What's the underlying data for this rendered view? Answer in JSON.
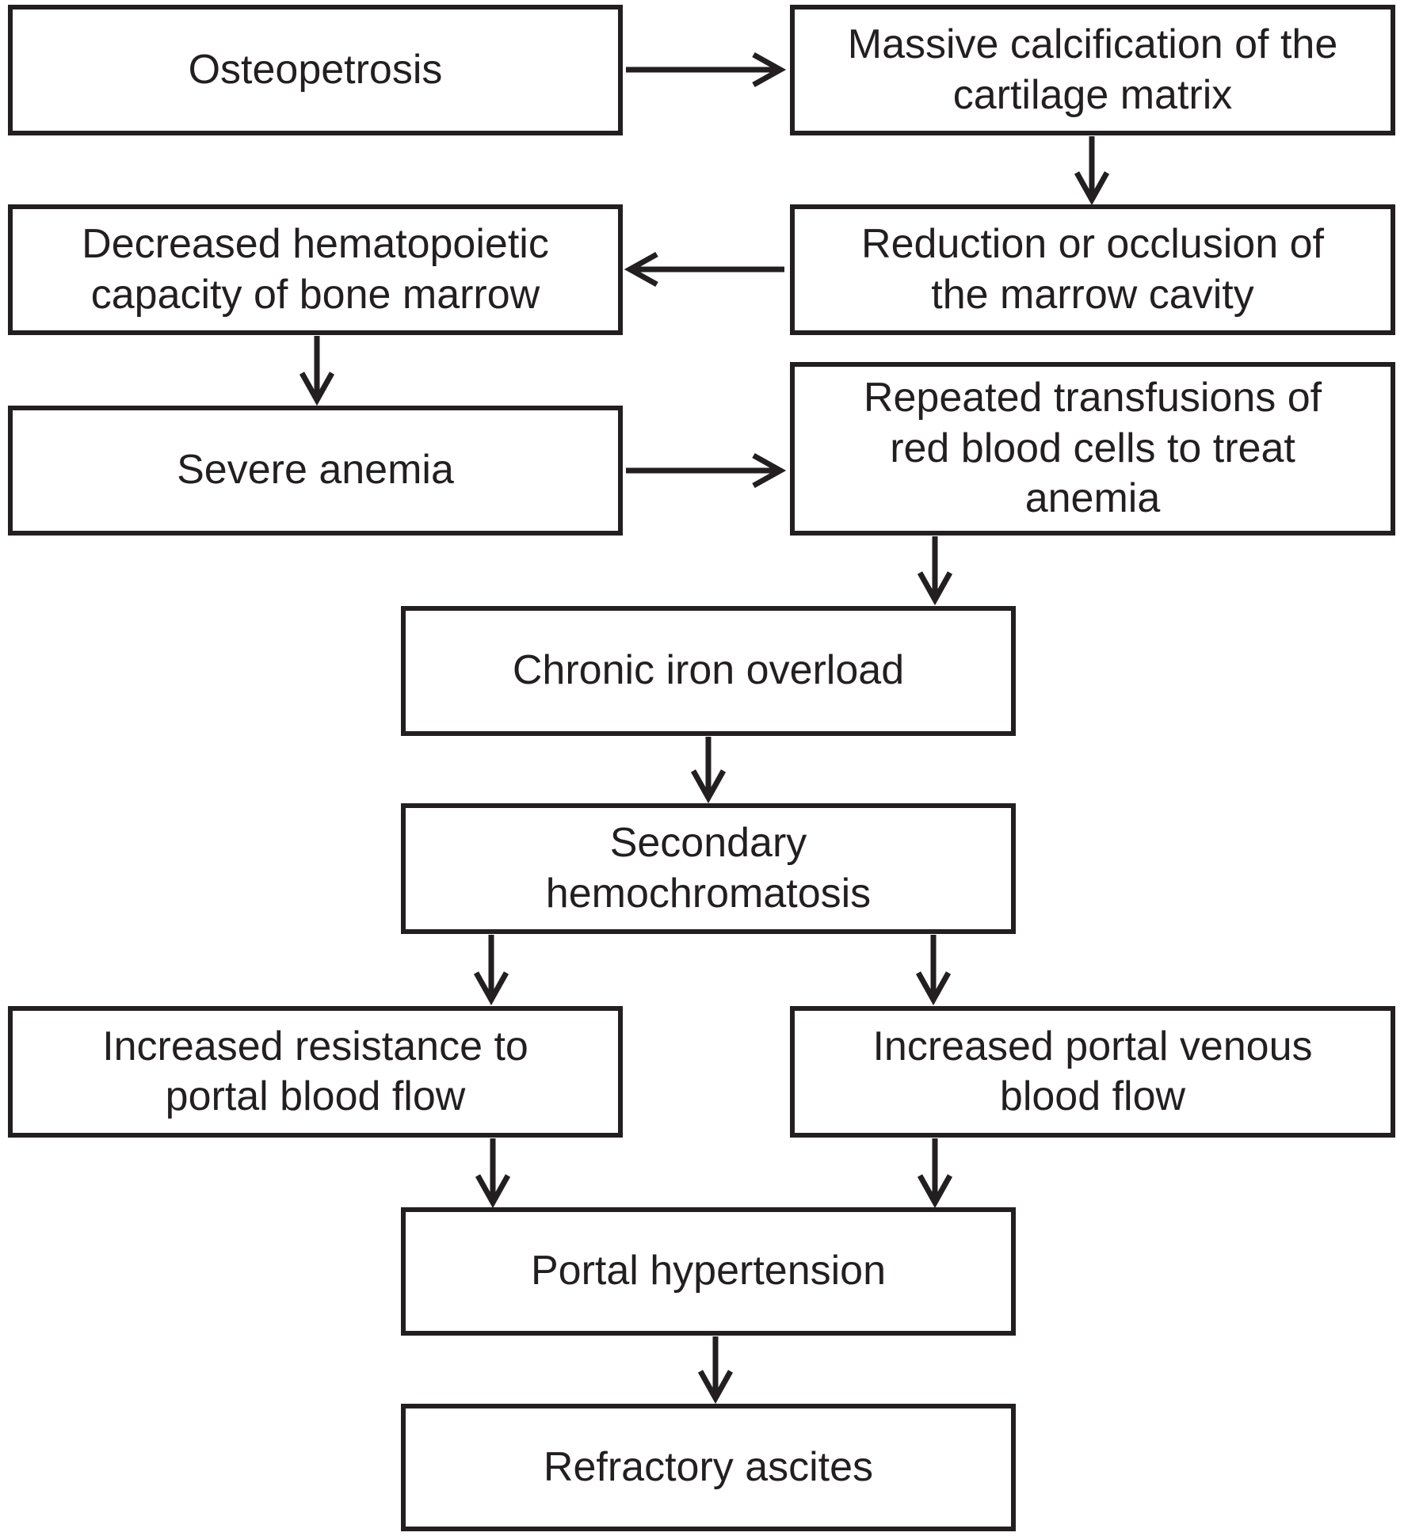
{
  "diagram": {
    "type": "flowchart",
    "colors": {
      "line": "#231f20",
      "box_background": "#ffffff",
      "page_background": "#ffffff"
    },
    "nodes": [
      {
        "id": "osteopetrosis",
        "label": "Osteopetrosis",
        "lines": [
          "Osteopetrosis"
        ]
      },
      {
        "id": "massive-calcification",
        "label": "Massive calcification of the cartilage matrix",
        "lines": [
          "Massive calcification of the",
          "cartilage matrix"
        ]
      },
      {
        "id": "decreased-hematopoietic",
        "label": "Decreased hematopoietic capacity of bone marrow",
        "lines": [
          "Decreased hematopoietic",
          "capacity of bone marrow"
        ]
      },
      {
        "id": "reduction-occlusion",
        "label": "Reduction or occlusion of the marrow cavity",
        "lines": [
          "Reduction or occlusion of",
          "the marrow cavity"
        ]
      },
      {
        "id": "severe-anemia",
        "label": "Severe anemia",
        "lines": [
          "Severe anemia"
        ]
      },
      {
        "id": "repeated-transfusions",
        "label": "Repeated transfusions of red blood cells to treat anemia",
        "lines": [
          "Repeated transfusions of",
          "red blood cells to treat",
          "anemia"
        ]
      },
      {
        "id": "chronic-iron-overload",
        "label": "Chronic iron overload",
        "lines": [
          "Chronic iron overload"
        ]
      },
      {
        "id": "secondary-hemochromatosis",
        "label": "Secondary hemochromatosis",
        "lines": [
          "Secondary",
          "hemochromatosis"
        ]
      },
      {
        "id": "increased-resistance",
        "label": "Increased resistance to portal blood flow",
        "lines": [
          "Increased resistance to",
          "portal blood flow"
        ]
      },
      {
        "id": "increased-portal-venous",
        "label": "Increased portal venous blood flow",
        "lines": [
          "Increased portal venous",
          "blood flow"
        ]
      },
      {
        "id": "portal-hypertension",
        "label": "Portal hypertension",
        "lines": [
          "Portal hypertension"
        ]
      },
      {
        "id": "refractory-ascites",
        "label": "Refractory ascites",
        "lines": [
          "Refractory ascites"
        ]
      }
    ],
    "edges": [
      {
        "from": "osteopetrosis",
        "to": "massive-calcification",
        "direction": "right"
      },
      {
        "from": "massive-calcification",
        "to": "reduction-occlusion",
        "direction": "down"
      },
      {
        "from": "reduction-occlusion",
        "to": "decreased-hematopoietic",
        "direction": "left"
      },
      {
        "from": "decreased-hematopoietic",
        "to": "severe-anemia",
        "direction": "down"
      },
      {
        "from": "severe-anemia",
        "to": "repeated-transfusions",
        "direction": "right"
      },
      {
        "from": "repeated-transfusions",
        "to": "chronic-iron-overload",
        "direction": "down"
      },
      {
        "from": "chronic-iron-overload",
        "to": "secondary-hemochromatosis",
        "direction": "down"
      },
      {
        "from": "secondary-hemochromatosis",
        "to": "increased-resistance",
        "direction": "down"
      },
      {
        "from": "secondary-hemochromatosis",
        "to": "increased-portal-venous",
        "direction": "down"
      },
      {
        "from": "increased-resistance",
        "to": "portal-hypertension",
        "direction": "down"
      },
      {
        "from": "increased-portal-venous",
        "to": "portal-hypertension",
        "direction": "down"
      },
      {
        "from": "portal-hypertension",
        "to": "refractory-ascites",
        "direction": "down"
      }
    ]
  }
}
